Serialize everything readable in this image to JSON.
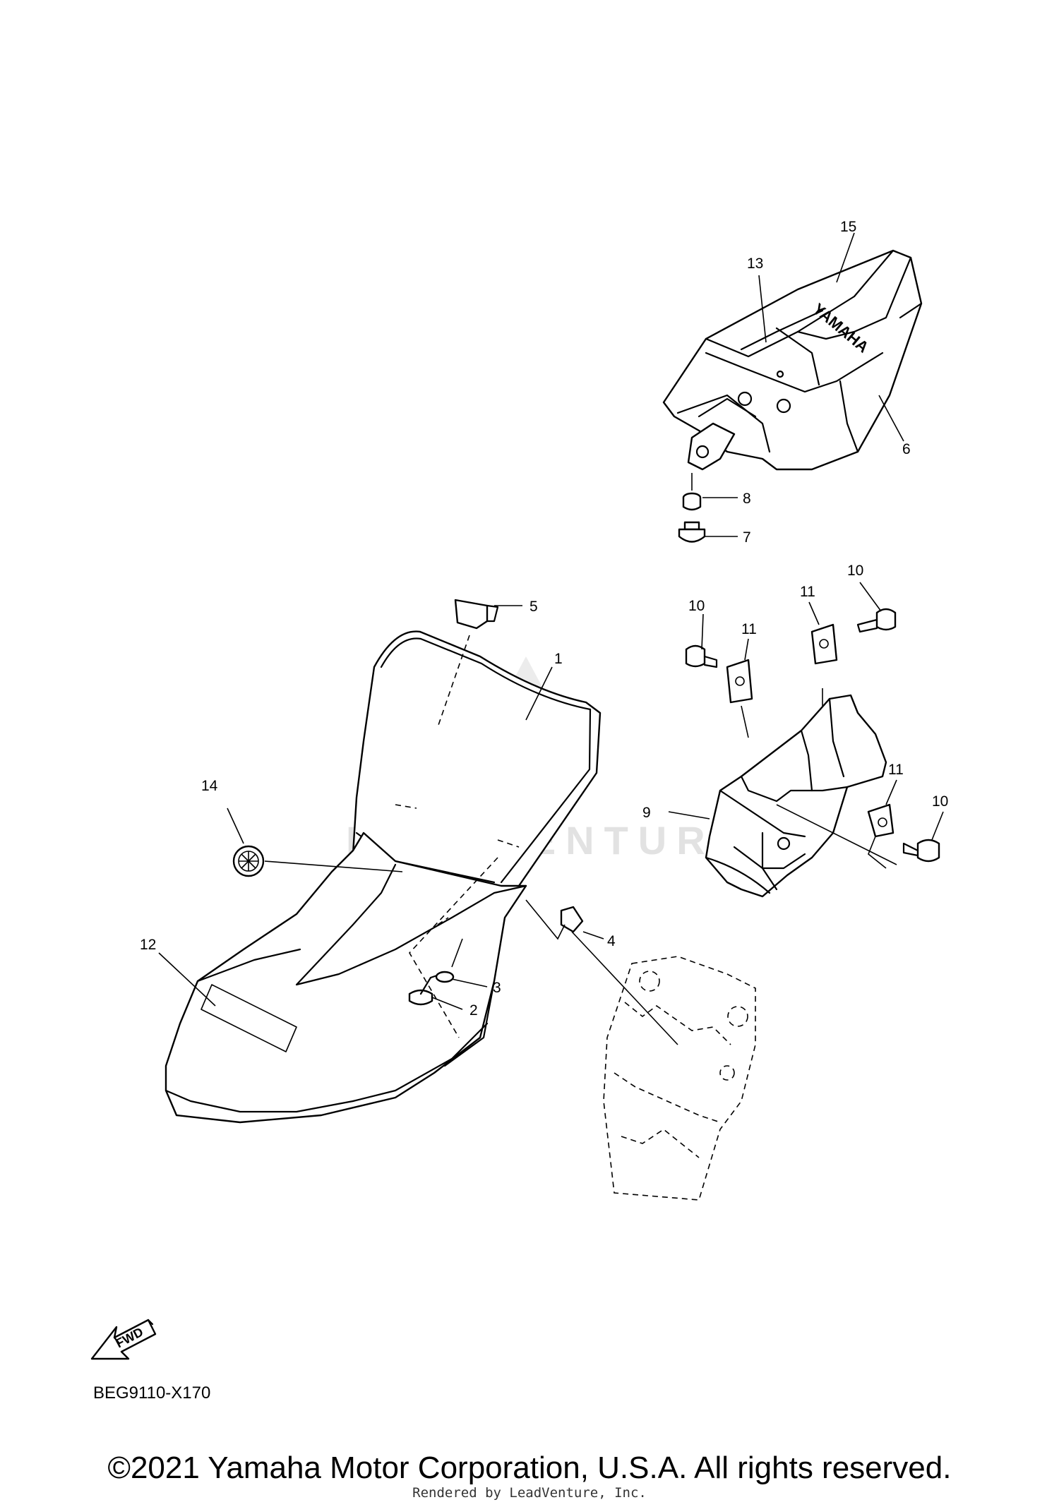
{
  "diagram": {
    "code": "BEG9110-X170",
    "fwd_label": "FWD",
    "seat_brand": "YAMAHA",
    "watermark": "LEADVENTURE",
    "callouts": [
      {
        "id": "c1",
        "label": "1"
      },
      {
        "id": "c2",
        "label": "2"
      },
      {
        "id": "c3",
        "label": "3"
      },
      {
        "id": "c4",
        "label": "4"
      },
      {
        "id": "c5",
        "label": "5"
      },
      {
        "id": "c6",
        "label": "6"
      },
      {
        "id": "c7",
        "label": "7"
      },
      {
        "id": "c8",
        "label": "8"
      },
      {
        "id": "c9",
        "label": "9"
      },
      {
        "id": "c10a",
        "label": "10"
      },
      {
        "id": "c10b",
        "label": "10"
      },
      {
        "id": "c10c",
        "label": "10"
      },
      {
        "id": "c11a",
        "label": "11"
      },
      {
        "id": "c11b",
        "label": "11"
      },
      {
        "id": "c11c",
        "label": "11"
      },
      {
        "id": "c12",
        "label": "12"
      },
      {
        "id": "c13",
        "label": "13"
      },
      {
        "id": "c14",
        "label": "14"
      },
      {
        "id": "c15",
        "label": "15"
      }
    ]
  },
  "footer": {
    "copyright": "©2021 Yamaha Motor Corporation, U.S.A. All rights reserved.",
    "rendered_by": "Rendered by LeadVenture, Inc."
  }
}
